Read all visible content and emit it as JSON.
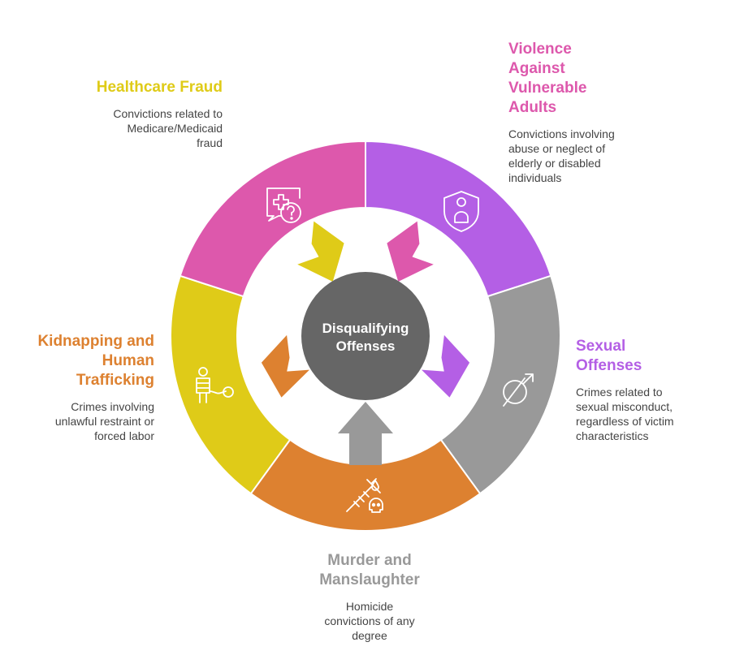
{
  "center": {
    "title_line1": "Disqualifying",
    "title_line2": "Offenses",
    "color": "#666666"
  },
  "segments": [
    {
      "key": "healthcare",
      "title": "Healthcare Fraud",
      "description": "Convictions related to Medicare/Medicaid fraud",
      "color": "#DFCB18",
      "icon": "medical-chat-question-icon"
    },
    {
      "key": "violence",
      "title": "Violence Against Vulnerable Adults",
      "description": "Convictions involving abuse or neglect of elderly or disabled individuals",
      "color": "#DD58AC",
      "icon": "person-shield-icon"
    },
    {
      "key": "sexual",
      "title": "Sexual Offenses",
      "description": "Crimes related to sexual misconduct, regardless of victim characteristics",
      "color": "#B45FE5",
      "icon": "crossed-male-symbol-icon"
    },
    {
      "key": "murder",
      "title": "Murder and Manslaughter",
      "description": "Homicide convictions of any degree",
      "color": "#999999",
      "icon": "syringe-skull-icon"
    },
    {
      "key": "kidnap",
      "title": "Kidnapping and Human Trafficking",
      "description": "Crimes involving unlawful restraint or forced labor",
      "color": "#DD8130",
      "icon": "chained-prisoner-icon"
    }
  ]
}
